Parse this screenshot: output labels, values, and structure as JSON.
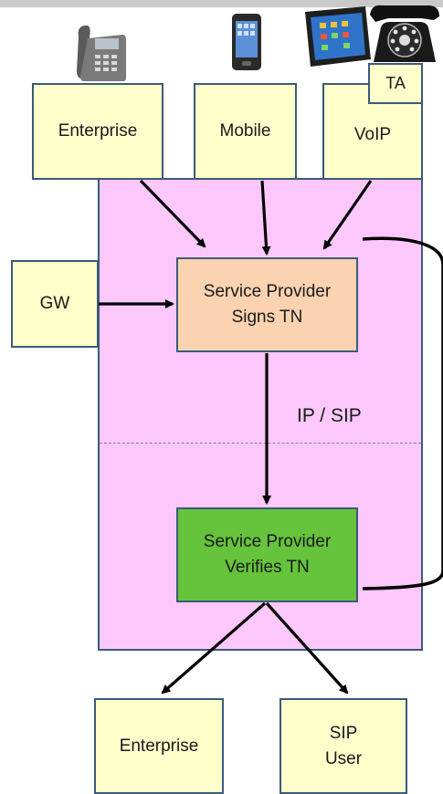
{
  "sources": {
    "enterprise": "Enterprise",
    "mobile": "Mobile",
    "voip": "VoIP",
    "ta": "TA"
  },
  "gateway": "GW",
  "sign_box": {
    "line1": "Service Provider",
    "line2": "Signs TN"
  },
  "protocol_label": "IP / SIP",
  "verify_box": {
    "line1": "Service Provider",
    "line2": "Verifies TN"
  },
  "destinations": {
    "enterprise": "Enterprise",
    "sip_user_line1": "SIP",
    "sip_user_line2": "User"
  },
  "colors": {
    "provider_region": "#fcc8fc",
    "endpoint_box": "#ffffcc",
    "sign_box": "#fbd3b0",
    "verify_box": "#66c33c",
    "box_border": "#3b5a7a"
  },
  "icons": [
    "desk-phone-icon",
    "smartphone-icon",
    "tablet-icon",
    "rotary-phone-icon"
  ]
}
